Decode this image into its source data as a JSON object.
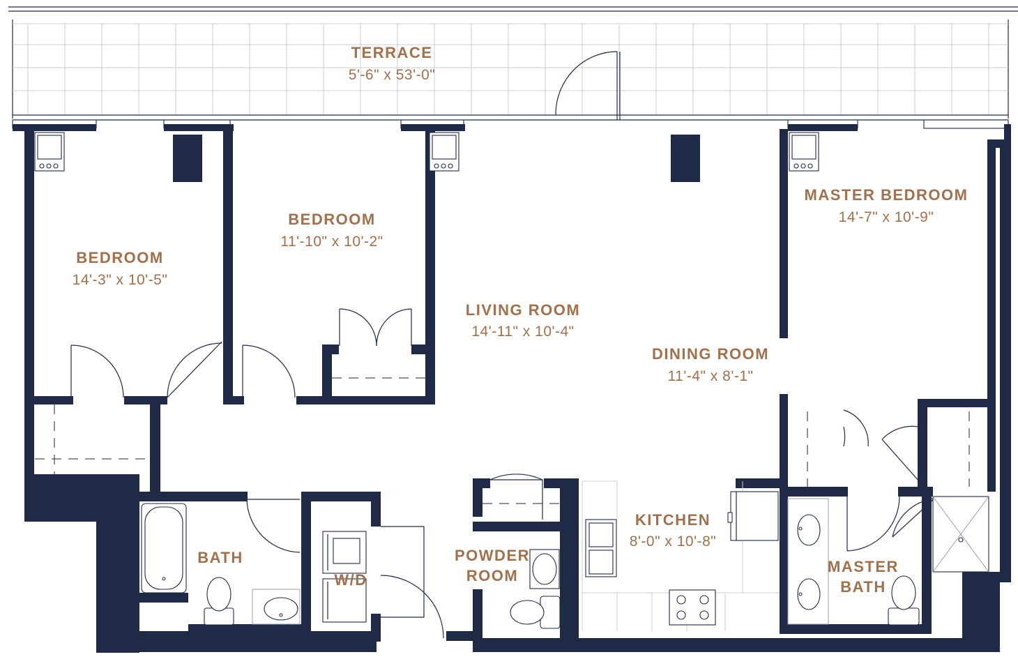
{
  "colors": {
    "wall": "#1f2a47",
    "label": "#a2704a",
    "line": "#1f2a47",
    "tile": "#c9ccd3"
  },
  "rooms": {
    "terrace": {
      "name": "TERRACE",
      "dims": "5'-6\" x 53'-0\""
    },
    "bedroom_left": {
      "name": "BEDROOM",
      "dims": "14'-3\" x 10'-5\""
    },
    "bedroom_middle": {
      "name": "BEDROOM",
      "dims": "11'-10\" x 10'-2\""
    },
    "living_room": {
      "name": "LIVING ROOM",
      "dims": "14'-11\" x 10'-4\""
    },
    "dining_room": {
      "name": "DINING ROOM",
      "dims": "11'-4\" x 8'-1\""
    },
    "master_bedroom": {
      "name": "MASTER BEDROOM",
      "dims": "14'-7\" x 10'-9\""
    },
    "kitchen": {
      "name": "KITCHEN",
      "dims": "8'-0\" x 10'-8\""
    },
    "bath": {
      "name": "BATH"
    },
    "washer_dryer": {
      "name": "W/D"
    },
    "powder_room": {
      "name_line1": "POWDER",
      "name_line2": "ROOM"
    },
    "master_bath": {
      "name_line1": "MASTER",
      "name_line2": "BATH"
    }
  }
}
